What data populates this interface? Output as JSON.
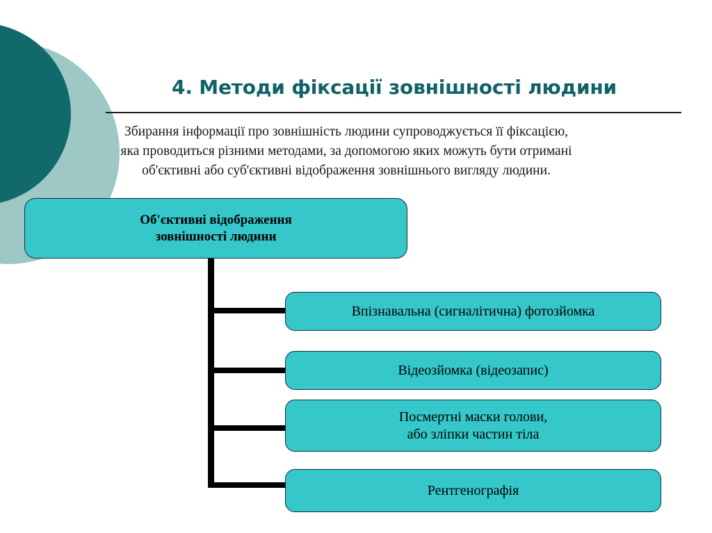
{
  "slide": {
    "title": "4. Методи фіксації зовнішності людини",
    "paragraph_lines": [
      "Збирання інформації про зовнішність людини супроводжується її фіксацією,",
      "яка проводиться різними методами, за допомогою яких можуть бути отримані",
      "об'єктивні або суб'єктивні відображення зовнішнього вигляду людини."
    ]
  },
  "diagram": {
    "root": {
      "lines": [
        "Об'єктивні відображення",
        "зовнішності людини"
      ]
    },
    "children": [
      {
        "lines": [
          "Впізнавальна (сигналітична) фотозйомка"
        ]
      },
      {
        "lines": [
          "Відеозйомка (відеозапис)"
        ]
      },
      {
        "lines": [
          "Посмертні маски голови,",
          "або зліпки частин тіла"
        ]
      },
      {
        "lines": [
          "Рентгенографія"
        ]
      }
    ]
  },
  "colors": {
    "title_teal": "#106267",
    "box_fill": "#35c7ca",
    "box_border": "#16313a",
    "circle_dark": "#11696b",
    "circle_light": "#9dc8c6",
    "connector": "#000000",
    "background": "#ffffff"
  }
}
